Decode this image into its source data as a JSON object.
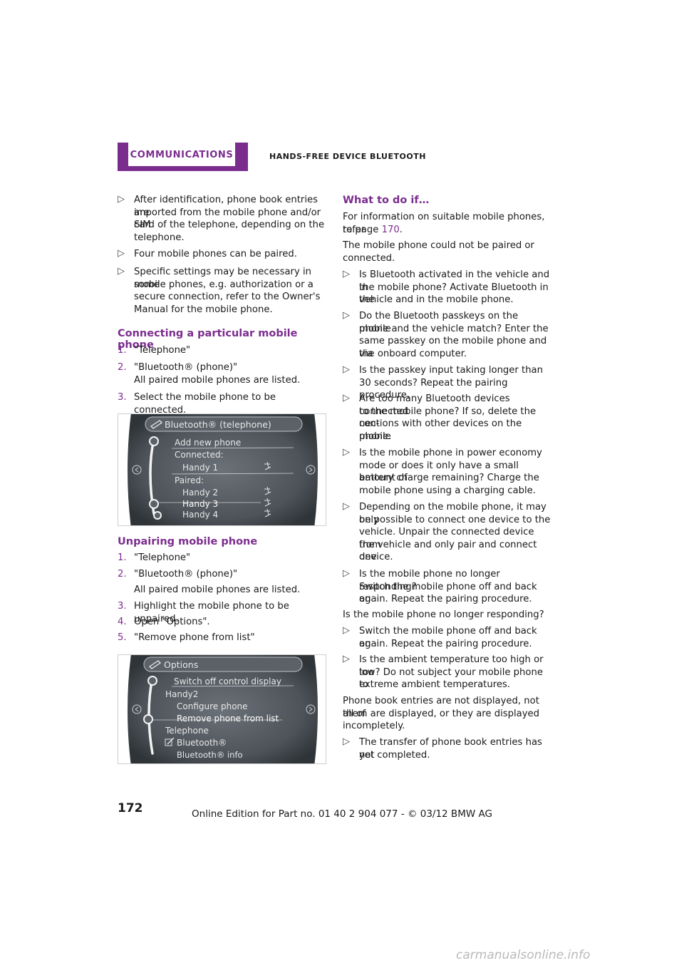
{
  "header": {
    "section_tab": "COMMUNICATIONS",
    "chapter_title": "HANDS-FREE DEVICE BLUETOOTH"
  },
  "left": {
    "intro_bullets": [
      [
        "After identification, phone book entries are",
        "imported from the mobile phone and/or SIM",
        "card of the telephone, depending on the",
        "telephone."
      ],
      [
        "Four mobile phones can be paired."
      ],
      [
        "Specific settings may be necessary in some",
        "mobile phones, e.g. authorization or a",
        "secure connection, refer to the Owner's",
        "Manual for the mobile phone."
      ]
    ],
    "section1": {
      "heading": "Connecting a particular mobile phone",
      "steps": [
        {
          "n": "1.",
          "lines": [
            "\"Telephone\""
          ]
        },
        {
          "n": "2.",
          "lines": [
            "\"Bluetooth® (phone)\"",
            "All paired mobile phones are listed."
          ]
        },
        {
          "n": "3.",
          "lines": [
            "Select the mobile phone to be connected."
          ]
        }
      ]
    },
    "screen1": {
      "title": "Bluetooth® (telephone)",
      "items": [
        "Add new phone",
        "Connected:",
        "Handy 1",
        "Paired:",
        "Handy 2",
        "Handy 3",
        "Handy 4"
      ]
    },
    "section2": {
      "heading": "Unpairing mobile phone",
      "steps": [
        {
          "n": "1.",
          "lines": [
            "\"Telephone\""
          ]
        },
        {
          "n": "2.",
          "lines": [
            "\"Bluetooth® (phone)\"",
            "All paired mobile phones are listed."
          ]
        },
        {
          "n": "3.",
          "lines": [
            "Highlight the mobile phone to be unpaired."
          ]
        },
        {
          "n": "4.",
          "lines": [
            "Open \"Options\"."
          ]
        },
        {
          "n": "5.",
          "lines": [
            "\"Remove phone from list\""
          ]
        }
      ]
    },
    "screen2": {
      "title": "Options",
      "items": [
        "Switch off control display",
        "Handy2",
        "Configure phone",
        "Remove phone from list",
        "Telephone",
        "Bluetooth®",
        "Bluetooth® info"
      ]
    }
  },
  "right": {
    "heading": "What to do if…",
    "para1_pre": "For information on suitable mobile phones, refer",
    "para1_line2_pre": "to page ",
    "para1_link": "170",
    "para1_post": ".",
    "para2": [
      "The mobile phone could not be paired or",
      "connected."
    ],
    "bullets1": [
      [
        "Is Bluetooth activated in the vehicle and in",
        "the mobile phone? Activate Bluetooth in the",
        "vehicle and in the mobile phone."
      ],
      [
        "Do the Bluetooth passkeys on the mobile",
        "phone and the vehicle match? Enter the",
        "same passkey on the mobile phone and via",
        "the onboard computer."
      ],
      [
        "Is the passkey input taking longer than",
        "30 seconds? Repeat the pairing procedure."
      ],
      [
        "Are too many Bluetooth devices connected",
        "to the mobile phone? If so, delete the con‐",
        "nections with other devices on the mobile",
        "phone."
      ],
      [
        "Is the mobile phone in power economy",
        "mode or does it only have a small amount of",
        "battery charge remaining? Charge the",
        "mobile phone using a charging cable."
      ],
      [
        "Depending on the mobile phone, it may only",
        "be possible to connect one device to the",
        "vehicle. Unpair the connected device from",
        "the vehicle and only pair and connect one",
        "device."
      ],
      [
        "Is the mobile phone no longer responding?",
        "Switch the mobile phone off and back on",
        "again. Repeat the pairing procedure."
      ]
    ],
    "para3": "Is the mobile phone no longer responding?",
    "bullets2": [
      [
        "Switch the mobile phone off and back on",
        "again. Repeat the pairing procedure."
      ],
      [
        "Is the ambient temperature too high or too",
        "low? Do not subject your mobile phone to",
        "extreme ambient temperatures."
      ]
    ],
    "para4": [
      "Phone book entries are not displayed, not all of",
      "them are displayed, or they are displayed",
      "incompletely."
    ],
    "bullets3": [
      [
        "The transfer of phone book entries has not",
        "yet completed."
      ]
    ]
  },
  "footer": {
    "page_number": "172",
    "edition": "Online Edition for Part no. 01 40 2 904 077 - © 03/12 BMW AG",
    "watermark": "carmanualsonline.info"
  }
}
